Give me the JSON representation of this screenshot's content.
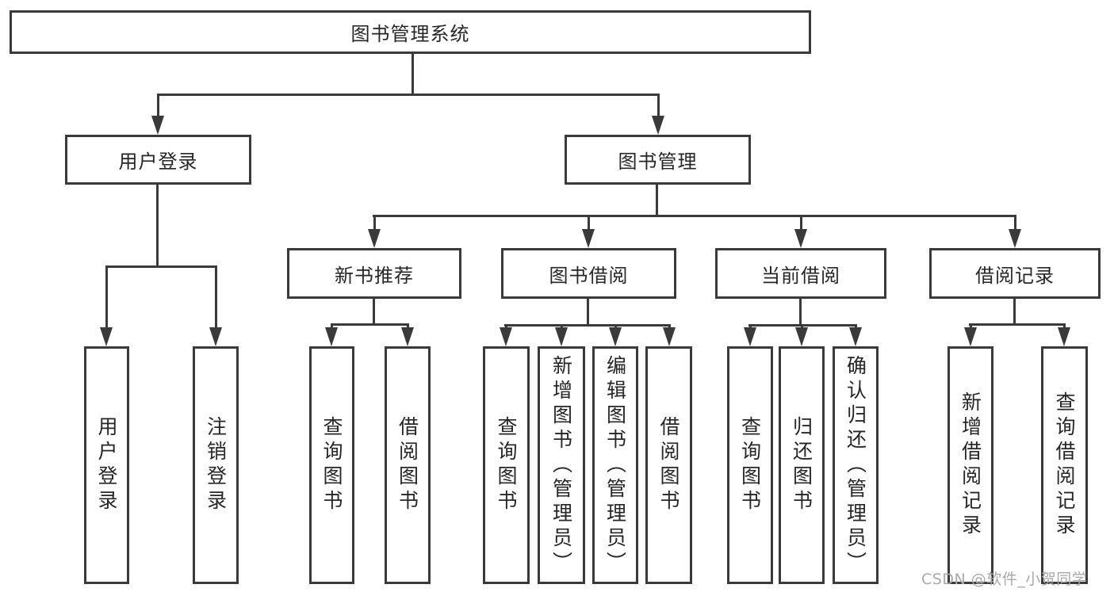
{
  "diagram": {
    "root": {
      "label": "图书管理系统"
    },
    "level2": [
      {
        "label": "用户登录"
      },
      {
        "label": "图书管理"
      }
    ],
    "level3": [
      {
        "label": "新书推荐"
      },
      {
        "label": "图书借阅"
      },
      {
        "label": "当前借阅"
      },
      {
        "label": "借阅记录"
      }
    ],
    "level4": {
      "user_login_children": [
        {
          "label": "用户登录"
        },
        {
          "label": "注销登录"
        }
      ],
      "new_book_children": [
        {
          "label": "查询图书"
        },
        {
          "label": "借阅图书"
        }
      ],
      "book_borrow_children": [
        {
          "label": "查询图书"
        },
        {
          "label": "新增图书（管理员）"
        },
        {
          "label": "编辑图书（管理员）"
        },
        {
          "label": "借阅图书"
        }
      ],
      "current_borrow_children": [
        {
          "label": "查询图书"
        },
        {
          "label": "归还图书"
        },
        {
          "label": "确认归还（管理员）"
        }
      ],
      "records_children": [
        {
          "label": "新增借阅记录"
        },
        {
          "label": "查询借阅记录"
        }
      ]
    },
    "watermark": "CSDN @软件_小贺同学",
    "colors": {
      "line": "#3a3a3a",
      "text": "#262626",
      "watermark": "#a9a9a9",
      "background": "#ffffff"
    }
  }
}
